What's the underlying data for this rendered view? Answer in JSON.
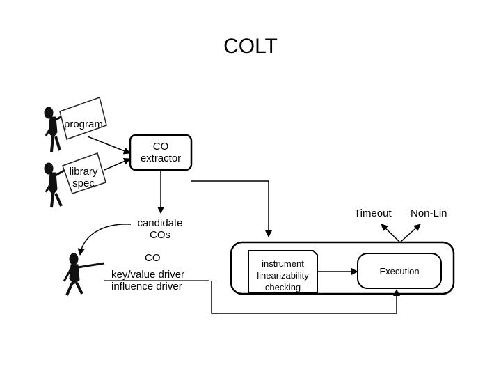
{
  "title": "COLT",
  "inputs": {
    "program": "program",
    "library_spec_line1": "library",
    "library_spec_line2": "spec"
  },
  "co_extractor": {
    "line1": "CO",
    "line2": "extractor"
  },
  "candidate": {
    "line1": "candidate",
    "line2": "COs"
  },
  "driver_block": {
    "co": "CO",
    "key_value_driver": "key/value driver",
    "influence_driver": "influence  driver"
  },
  "instrument_box": {
    "line1": "instrument",
    "line2": "linearizability",
    "line3": "checking"
  },
  "execution": "Execution",
  "outcomes": {
    "timeout": "Timeout",
    "nonlin": "Non-Lin"
  },
  "icons": [
    "person-icon",
    "document-icon"
  ]
}
